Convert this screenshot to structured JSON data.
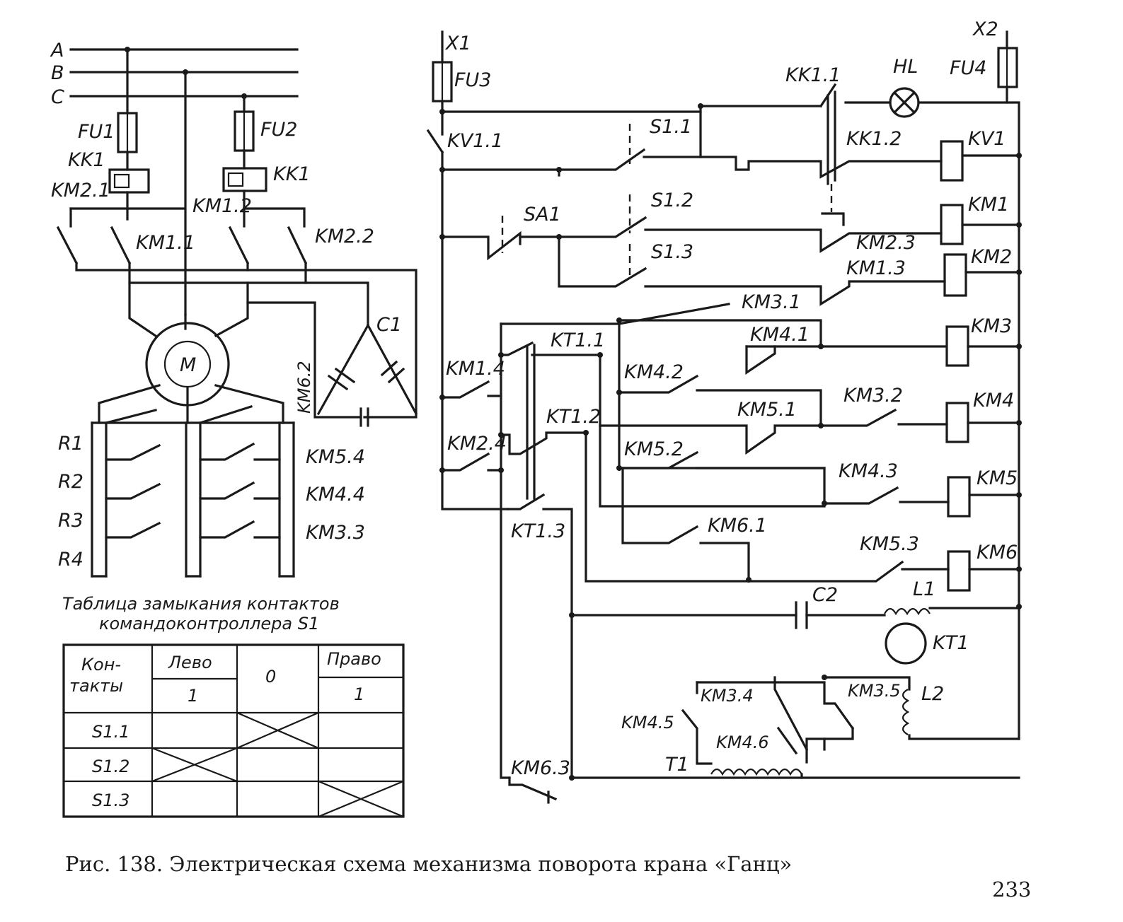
{
  "labels": {
    "A": "A",
    "B": "B",
    "C": "C",
    "FU1": "FU1",
    "FU2": "FU2",
    "KK1a": "KK1",
    "KK1b": "KK1",
    "KM2_1": "KM2.1",
    "KM1_2": "KM1.2",
    "KM1_1": "KM1.1",
    "KM2_2": "KM2.2",
    "M": "M",
    "C1": "C1",
    "KM6_2": "KM6.2",
    "R1": "R1",
    "R2": "R2",
    "R3": "R3",
    "R4": "R4",
    "KM5_4": "KM5.4",
    "KM4_4": "KM4.4",
    "KM3_3": "KM3.3",
    "X1": "X1",
    "X2": "X2",
    "FU3": "FU3",
    "FU4": "FU4",
    "KK1_1": "KK1.1",
    "HL": "HL",
    "KV1_1": "KV1.1",
    "S1_1": "S1.1",
    "KK1_2": "KK1.2",
    "KV1": "KV1",
    "SA1": "SA1",
    "S1_2": "S1.2",
    "KM1": "KM1",
    "KM2_3": "KM2.3",
    "S1_3": "S1.3",
    "KM1_3": "KM1.3",
    "KM2": "KM2",
    "KM3_1": "KM3.1",
    "KT1_1": "KT1.1",
    "KM4_1": "KM4.1",
    "KM3": "KM3",
    "KM1_4": "KM1.4",
    "KM4_2": "KM4.2",
    "KM3_2": "KM3.2",
    "KM5_1": "KM5.1",
    "KM4": "KM4",
    "KT1_2": "KT1.2",
    "KM2_4": "KM2.4",
    "KM5_2": "KM5.2",
    "KM4_3": "KM4.3",
    "KM5": "KM5",
    "KT1_3": "KT1.3",
    "KM6_1": "KM6.1",
    "KM5_3": "KM5.3",
    "KM6": "KM6",
    "C2": "C2",
    "L1": "L1",
    "KT1": "KT1",
    "KM3_4": "KM3.4",
    "KM3_5": "KM3.5",
    "L2": "L2",
    "KM4_5": "KM4.5",
    "KM4_6": "KM4.6",
    "T1": "T1",
    "KM6_3": "KM6.3"
  },
  "table": {
    "title_line1": "Таблица замыкания контактов",
    "title_line2": "командоконтроллера S1",
    "head_contacts_1": "Кон-",
    "head_contacts_2": "такты",
    "head_left": "Лево",
    "head_zero": "0",
    "head_right": "Право",
    "sub_left": "1",
    "sub_right": "1",
    "rows": [
      "S1.1",
      "S1.2",
      "S1.3"
    ],
    "closed_cells": [
      {
        "row": "S1.1",
        "col": "0"
      },
      {
        "row": "S1.2",
        "col": "Лево"
      },
      {
        "row": "S1.3",
        "col": "Право"
      }
    ]
  },
  "caption": "Рис. 138. Электрическая схема механизма поворота крана «Ганц»",
  "page_number": "233"
}
